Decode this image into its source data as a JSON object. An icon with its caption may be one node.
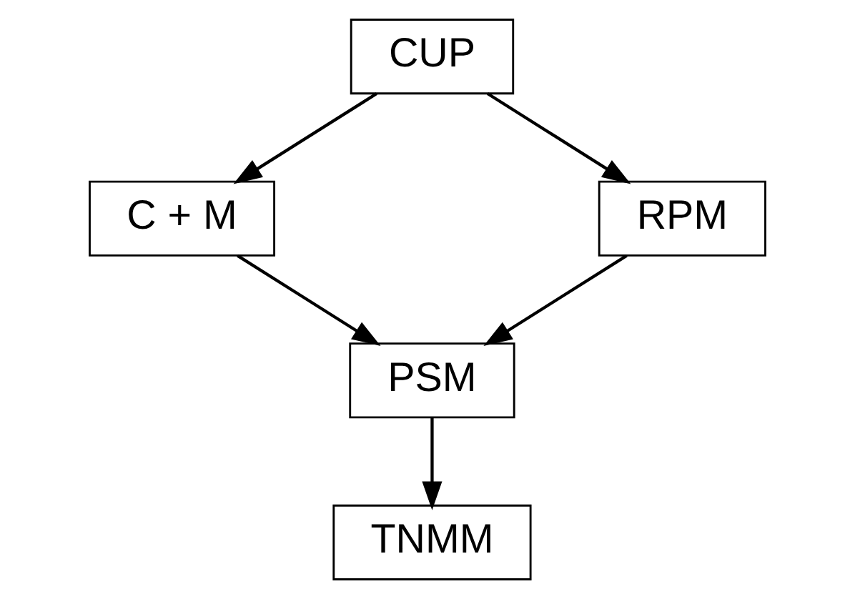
{
  "diagram": {
    "nodes": [
      {
        "text": [
          "CUP"
        ]
      },
      {
        "text": [
          "C + M"
        ]
      },
      {
        "text": [
          "RPM"
        ]
      },
      {
        "text": [
          "PSM"
        ]
      },
      {
        "text": [
          "TNMM"
        ]
      }
    ],
    "edges": [
      {
        "from": 0,
        "to": 1,
        "arrow": "to"
      },
      {
        "from": 0,
        "to": 2,
        "arrow": "to"
      },
      {
        "from": 1,
        "to": 3,
        "arrow": "to"
      },
      {
        "from": 2,
        "to": 3,
        "arrow": "to"
      },
      {
        "from": 3,
        "to": 4,
        "arrow": "to"
      }
    ]
  }
}
